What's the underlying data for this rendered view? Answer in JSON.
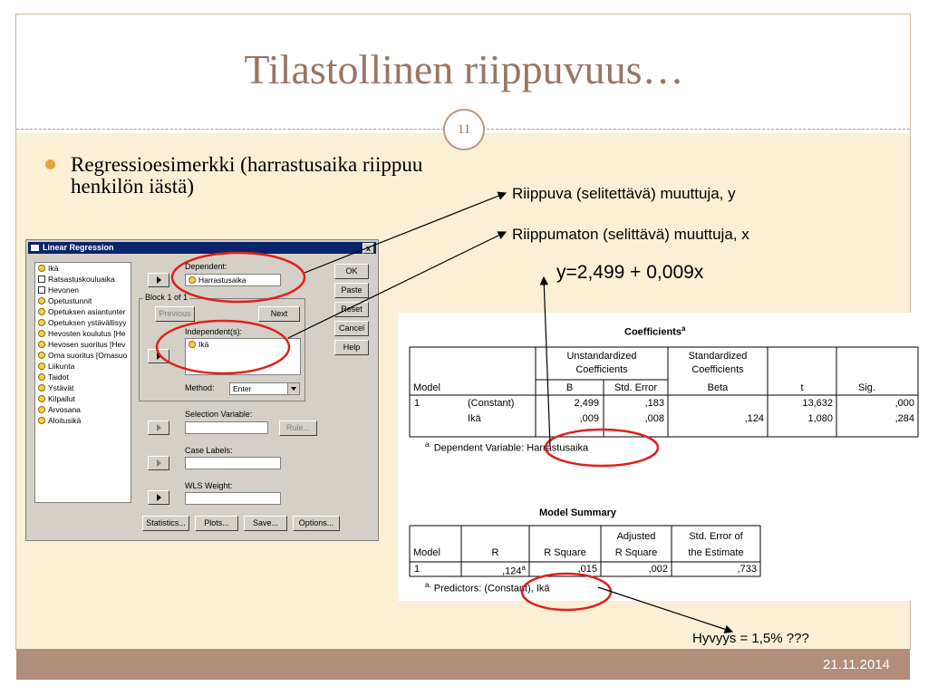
{
  "slide": {
    "title": "Tilastollinen riippuvuus…",
    "page_number": "11",
    "date": "21.11.2014",
    "bullet": "Regressioesimerkki (harrastusaika riippuu henkilön iästä)",
    "colors": {
      "title": "#9a7563",
      "footer": "#b08e7b",
      "content_bg": "#fbf0d5",
      "bullet": "#e8a33c",
      "annotation_red": "#e0201b"
    }
  },
  "annotations": {
    "dependent_note": "Riippuva (selitettävä) muuttuja, y",
    "independent_note": "Riippumaton (selittävä) muuttuja, x",
    "formula": "y=2,499 + 0,009x",
    "goodness": "Hyvyys = 1,5% ???"
  },
  "dialog": {
    "title": "Linear Regression",
    "close": "x",
    "variables": [
      {
        "icon": "scale-variable-icon",
        "label": "Ikä"
      },
      {
        "icon": "nominal-variable-icon",
        "label": "Ratsastuskoulu​aika"
      },
      {
        "icon": "nominal-variable-icon",
        "label": "Hevonen"
      },
      {
        "icon": "scale-variable-icon",
        "label": "Opetustunnit"
      },
      {
        "icon": "scale-variable-icon",
        "label": "Opetuksen asiantunter"
      },
      {
        "icon": "scale-variable-icon",
        "label": "Opetuksen ystävällisyy"
      },
      {
        "icon": "scale-variable-icon",
        "label": "Hevosten koulutus [He"
      },
      {
        "icon": "scale-variable-icon",
        "label": "Hevosen suoritus [Hev"
      },
      {
        "icon": "scale-variable-icon",
        "label": "Oma suoritus [Omasuo"
      },
      {
        "icon": "scale-variable-icon",
        "label": "Liikunta"
      },
      {
        "icon": "scale-variable-icon",
        "label": "Taidot"
      },
      {
        "icon": "scale-variable-icon",
        "label": "Ystävät"
      },
      {
        "icon": "scale-variable-icon",
        "label": "Kilpailut"
      },
      {
        "icon": "scale-variable-icon",
        "label": "Arvosana"
      },
      {
        "icon": "scale-variable-icon",
        "label": "Aloitusikä"
      }
    ],
    "dependent_label": "Dependent:",
    "dependent_value": "Harrastusaika",
    "block_label": "Block 1 of 1",
    "previous": "Previous",
    "next": "Next",
    "independent_label": "Independent(s):",
    "independent_value": "Ikä",
    "method_label": "Method:",
    "method_value": "Enter",
    "selection_label": "Selection Variable:",
    "rule": "Rule...",
    "case_labels": "Case Labels:",
    "wls_weight": "WLS Weight:",
    "buttons": {
      "ok": "OK",
      "paste": "Paste",
      "reset": "Reset",
      "cancel": "Cancel",
      "help": "Help"
    },
    "bottom_buttons": {
      "statistics": "Statistics...",
      "plots": "Plots...",
      "save": "Save...",
      "options": "Options..."
    }
  },
  "coefficients": {
    "title": "Coefficients",
    "title_sup": "a",
    "h_unstd_1": "Unstandardized",
    "h_unstd_2": "Coefficients",
    "h_std_1": "Standardized",
    "h_std_2": "Coefficients",
    "h_model": "Model",
    "h_b": "B",
    "h_se": "Std. Error",
    "h_beta": "Beta",
    "h_t": "t",
    "h_sig": "Sig.",
    "rows": [
      {
        "model": "1",
        "term": "(Constant)",
        "b": "2,499",
        "se": ",183",
        "beta": "",
        "t": "13,632",
        "sig": ",000"
      },
      {
        "model": "",
        "term": "Ikä",
        "b": ",009",
        "se": ",008",
        "beta": ",124",
        "t": "1,080",
        "sig": ",284"
      }
    ],
    "footnote_mark": "a.",
    "footnote": "Dependent Variable: Harrastusaika"
  },
  "model_summary": {
    "title": "Model Summary",
    "h_model": "Model",
    "h_r": "R",
    "h_r2": "R Square",
    "h_adj_1": "Adjusted",
    "h_adj_2": "R Square",
    "h_se_1": "Std. Error of",
    "h_se_2": "the Estimate",
    "row": {
      "model": "1",
      "r": ",124",
      "r_sup": "a",
      "r2": ",015",
      "adj": ",002",
      "se": ",733"
    },
    "footnote_mark": "a.",
    "footnote": "Predictors: (Constant), Ikä"
  }
}
